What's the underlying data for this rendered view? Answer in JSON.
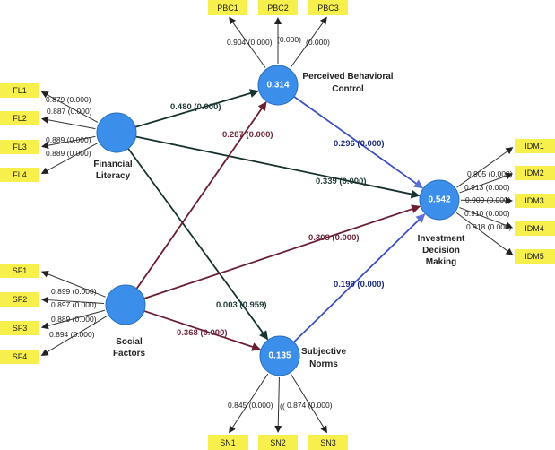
{
  "constructs": {
    "fl": {
      "name_lines": [
        "Financial",
        "Literacy"
      ],
      "r2": ""
    },
    "sf": {
      "name_lines": [
        "Social",
        "Factors"
      ],
      "r2": ""
    },
    "pbc": {
      "name_lines": [
        "Perceived Behavioral",
        "Control"
      ],
      "r2": "0.314"
    },
    "sn": {
      "name_lines": [
        "Subjective",
        "Norms"
      ],
      "r2": "0.135"
    },
    "idm": {
      "name_lines": [
        "Investment",
        "Decision",
        "Making"
      ],
      "r2": "0.542"
    }
  },
  "indicators": {
    "fl": [
      {
        "name": "FL1",
        "loading": "0.879 (0.000)"
      },
      {
        "name": "FL2",
        "loading": "0.887 (0.000)"
      },
      {
        "name": "FL3",
        "loading": "0.889 (0.000)"
      },
      {
        "name": "FL4",
        "loading": "0.889 (0.000)"
      }
    ],
    "sf": [
      {
        "name": "SF1",
        "loading": "0.899 (0.000)"
      },
      {
        "name": "SF2",
        "loading": "0.897 (0.000)"
      },
      {
        "name": "SF3",
        "loading": "0.889 (0.000)"
      },
      {
        "name": "SF4",
        "loading": "0.894 (0.000)"
      }
    ],
    "pbc": [
      {
        "name": "PBC1",
        "loading": "0.904 (0.000)"
      },
      {
        "name": "PBC2",
        "loading": "(0.000)"
      },
      {
        "name": "PBC3",
        "loading": "(0.000)"
      }
    ],
    "sn": [
      {
        "name": "SN1",
        "loading": "0.845 (0.000)"
      },
      {
        "name": "SN2",
        "loading": "(("
      },
      {
        "name": "SN3",
        "loading": "0.874 (0.000)"
      }
    ],
    "idm": [
      {
        "name": "IDM1",
        "loading": "0.905 (0.000)"
      },
      {
        "name": "IDM2",
        "loading": "0.913 (0.000)"
      },
      {
        "name": "IDM3",
        "loading": "0.909 (0.000)"
      },
      {
        "name": "IDM4",
        "loading": "0.910 (0.000)"
      },
      {
        "name": "IDM5",
        "loading": "0.918 (0.000)"
      }
    ]
  },
  "paths": [
    {
      "from": "fl",
      "to": "pbc",
      "label": "0.480 (0.000)",
      "color": "#17332f"
    },
    {
      "from": "fl",
      "to": "idm",
      "label": "0.339 (0.000)",
      "color": "#17332f"
    },
    {
      "from": "fl",
      "to": "sn",
      "label": "0.003 (0.959)",
      "color": "#17332f"
    },
    {
      "from": "sf",
      "to": "pbc",
      "label": "0.287 (0.000)",
      "color": "#6a1f33"
    },
    {
      "from": "sf",
      "to": "idm",
      "label": "0.308 (0.000)",
      "color": "#6a1f33"
    },
    {
      "from": "sf",
      "to": "sn",
      "label": "0.368 (0.000)",
      "color": "#6a1f33"
    },
    {
      "from": "pbc",
      "to": "idm",
      "label": "0.296 (0.000)",
      "color": "#3348b8"
    },
    {
      "from": "sn",
      "to": "idm",
      "label": "0.199 (0.000)",
      "color": "#3348b8"
    }
  ],
  "colors": {
    "construct_fill": "#3b8fea",
    "indicator_fill": "#f7ef4b",
    "fl_path": "#17332f",
    "sf_path": "#6a1f33",
    "blue_path": "#3348b8",
    "fl_label": "#1f3b38",
    "sf_label": "#6e2838",
    "blue_label": "#1c2a78"
  }
}
